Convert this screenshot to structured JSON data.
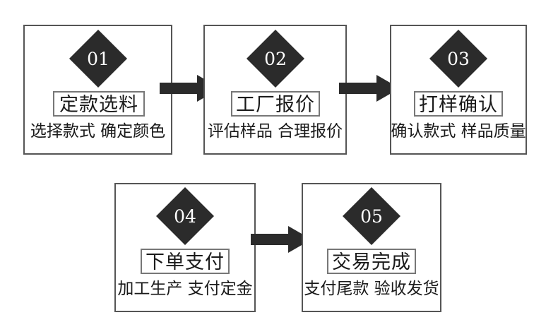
{
  "diagram": {
    "type": "process-flow",
    "background_color": "#ffffff",
    "accent_color": "#2b2b2b",
    "box_border_color": "#555555",
    "chip_border_color": "#777777",
    "text_color": "#1a1a1a",
    "steps": [
      {
        "number": "01",
        "title": "定款选料",
        "description": "选择款式 确定颜色"
      },
      {
        "number": "02",
        "title": "工厂报价",
        "description": "评估样品 合理报价"
      },
      {
        "number": "03",
        "title": "打样确认",
        "description": "确认款式 样品质量"
      },
      {
        "number": "04",
        "title": "下单支付",
        "description": "加工生产 支付定金"
      },
      {
        "number": "05",
        "title": "交易完成",
        "description": "支付尾款 验收发货"
      }
    ],
    "arrows": [
      {
        "from": "01",
        "to": "02",
        "direction": "right"
      },
      {
        "from": "02",
        "to": "03",
        "direction": "right"
      },
      {
        "from": "04",
        "to": "05",
        "direction": "right"
      }
    ]
  }
}
